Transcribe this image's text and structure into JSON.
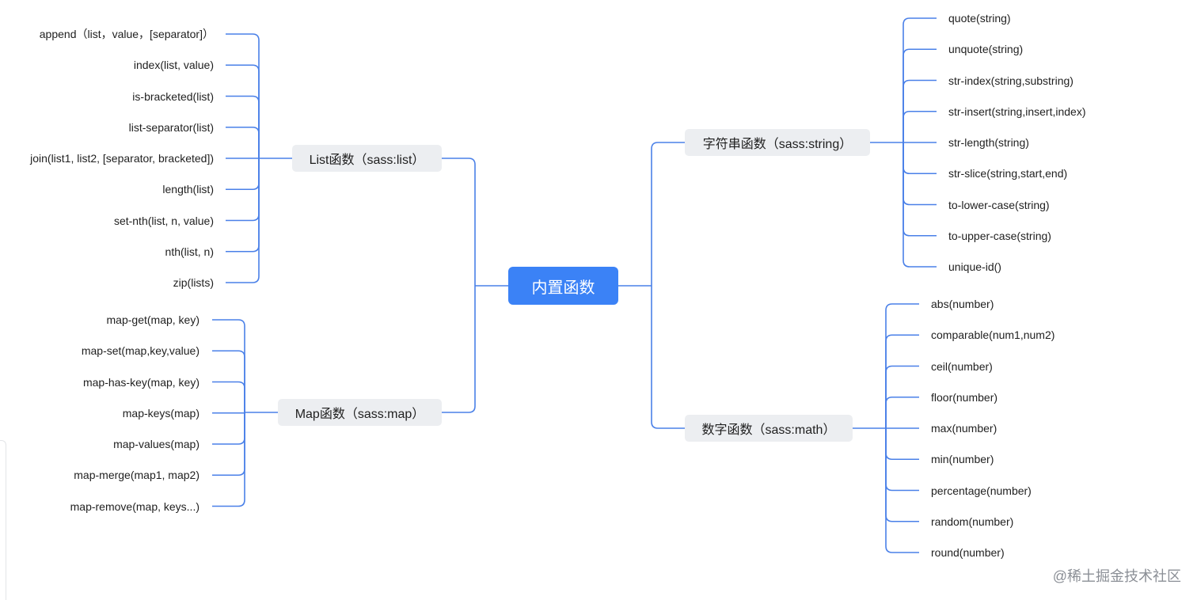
{
  "root": {
    "label": "内置函数"
  },
  "branches": {
    "list": {
      "label": "List函数（sass:list）",
      "items": [
        "append（list，value，[separator]）",
        "index(list, value)",
        "is-bracketed(list)",
        "list-separator(list)",
        "join(list1, list2, [separator, bracketed])",
        "length(list)",
        "set-nth(list, n, value)",
        "nth(list, n)",
        "zip(lists)"
      ]
    },
    "map": {
      "label": "Map函数（sass:map）",
      "items": [
        "map-get(map, key)",
        "map-set(map,key,value)",
        "map-has-key(map, key)",
        "map-keys(map)",
        "map-values(map)",
        "map-merge(map1, map2)",
        "map-remove(map, keys...)"
      ]
    },
    "string": {
      "label": "字符串函数（sass:string）",
      "items": [
        "quote(string)",
        "unquote(string)",
        "str-index(string,substring)",
        "str-insert(string,insert,index)",
        "str-length(string)",
        "str-slice(string,start,end)",
        "to-lower-case(string)",
        "to-upper-case(string)",
        "unique-id()"
      ]
    },
    "math": {
      "label": "数字函数（sass:math）",
      "items": [
        "abs(number)",
        "comparable(num1,num2)",
        "ceil(number)",
        "floor(number)",
        "max(number)",
        "min(number)",
        "percentage(number)",
        "random(number)",
        "round(number)"
      ]
    }
  },
  "credit": "@稀土掘金技术社区",
  "colors": {
    "root_fill": "#3b82f6",
    "branch_fill": "#eceef1",
    "connector": "#4a80e8"
  }
}
